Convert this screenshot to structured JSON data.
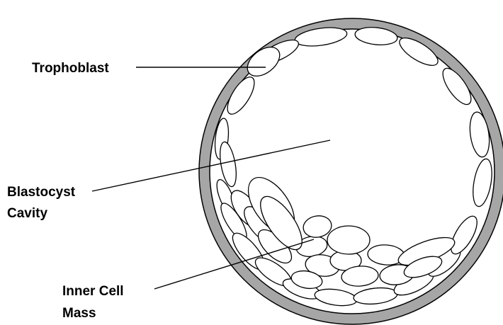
{
  "labels": {
    "trophoblast": "Trophoblast",
    "blastocyst_cavity_line1": "Blastocyst",
    "blastocyst_cavity_line2": "Cavity",
    "inner_cell_mass_line1": "Inner Cell",
    "inner_cell_mass_line2": "Mass"
  },
  "colors": {
    "zona_pellucida": "#a6a6a6",
    "outline": "#000000",
    "cell_fill": "#ffffff",
    "background": "#ffffff"
  }
}
